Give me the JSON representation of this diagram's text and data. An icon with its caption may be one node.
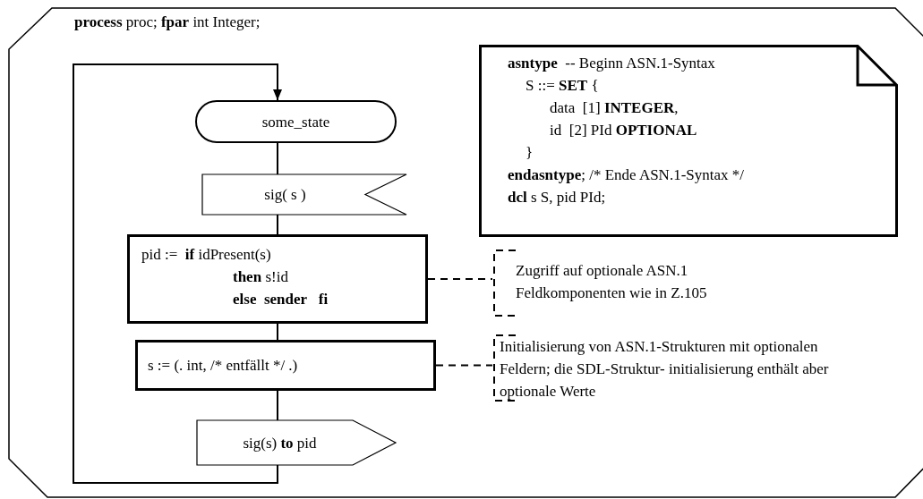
{
  "diagram": {
    "nodes": [
      {
        "text": [
          "**process** proc; **fpar** int Integer;"
        ]
      },
      {
        "text": [
          "some_state"
        ],
        "in": 0
      },
      {
        "text": [
          "sig( s )"
        ],
        "in": 0
      },
      {
        "text": [
          "pid :=  **if** idPresent(s)",
          "**then** s!id",
          "**else**  **sender**   **fi**"
        ],
        "in": 0
      },
      {
        "text": [
          "s := (. int, /* entfällt */ .)"
        ],
        "in": 0
      },
      {
        "text": [
          "sig(s) **to** pid"
        ],
        "in": 0
      },
      {
        "text": [
          "**asntype**  -- Beginn ASN.1-Syntax",
          "S ::= **SET** {",
          "data  [1] **INTEGER**,",
          "id  [2] PId **OPTIONAL**",
          "}",
          "**endasntype**; /* Ende ASN.1-Syntax */",
          "**dcl** s S, pid PId;"
        ],
        "in": 0
      },
      {
        "text": [
          "Zugriff auf optionale ASN.1 Feldkomponenten wie in Z.105"
        ],
        "in": 0
      },
      {
        "text": [
          "Initialisierung von ASN.1-Strukturen mit optionalen Feldern; die SDL-Struktur- initialisierung enthält aber optionale Werte"
        ],
        "in": 0
      }
    ],
    "edges": [
      {
        "from": 5,
        "to": 1,
        "arrow": "to"
      },
      {
        "from": 1,
        "to": 2,
        "arrow": "none"
      },
      {
        "from": 2,
        "to": 3,
        "arrow": "none"
      },
      {
        "from": 3,
        "to": 4,
        "arrow": "none"
      },
      {
        "from": 4,
        "to": 5,
        "arrow": "none"
      },
      {
        "from": 3,
        "to": 7,
        "arrow": "none",
        "style": "dashed"
      },
      {
        "from": 4,
        "to": 8,
        "arrow": "none",
        "style": "dashed"
      }
    ]
  }
}
